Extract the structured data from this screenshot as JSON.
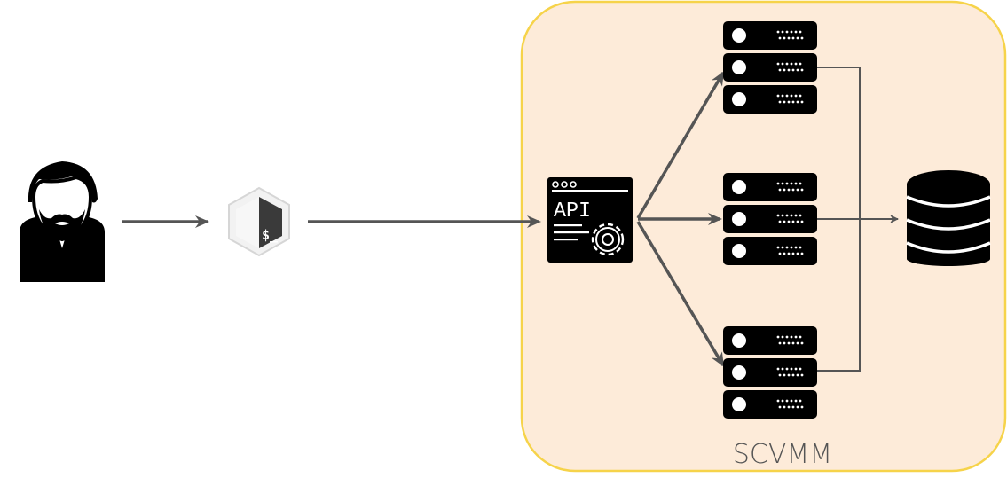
{
  "diagram": {
    "group": {
      "label": "SCVMM",
      "fill": "#fdebd9",
      "stroke": "#f6d34a"
    },
    "nodes": [
      {
        "id": "user",
        "icon": "user-icon"
      },
      {
        "id": "shell",
        "icon": "bash-shell-icon",
        "text": "$_"
      },
      {
        "id": "api",
        "icon": "api-gear-icon",
        "text": "API"
      },
      {
        "id": "server-top",
        "icon": "server-rack-icon"
      },
      {
        "id": "server-middle",
        "icon": "server-rack-icon"
      },
      {
        "id": "server-bottom",
        "icon": "server-rack-icon"
      },
      {
        "id": "database",
        "icon": "database-icon"
      }
    ],
    "edges": [
      {
        "from": "user",
        "to": "shell"
      },
      {
        "from": "shell",
        "to": "api"
      },
      {
        "from": "api",
        "to": "server-top"
      },
      {
        "from": "api",
        "to": "server-middle"
      },
      {
        "from": "api",
        "to": "server-bottom"
      },
      {
        "from": "server-top",
        "to": "database"
      },
      {
        "from": "server-middle",
        "to": "database"
      },
      {
        "from": "server-bottom",
        "to": "database"
      }
    ],
    "colors": {
      "arrow": "#555555",
      "icon": "#000000"
    }
  }
}
